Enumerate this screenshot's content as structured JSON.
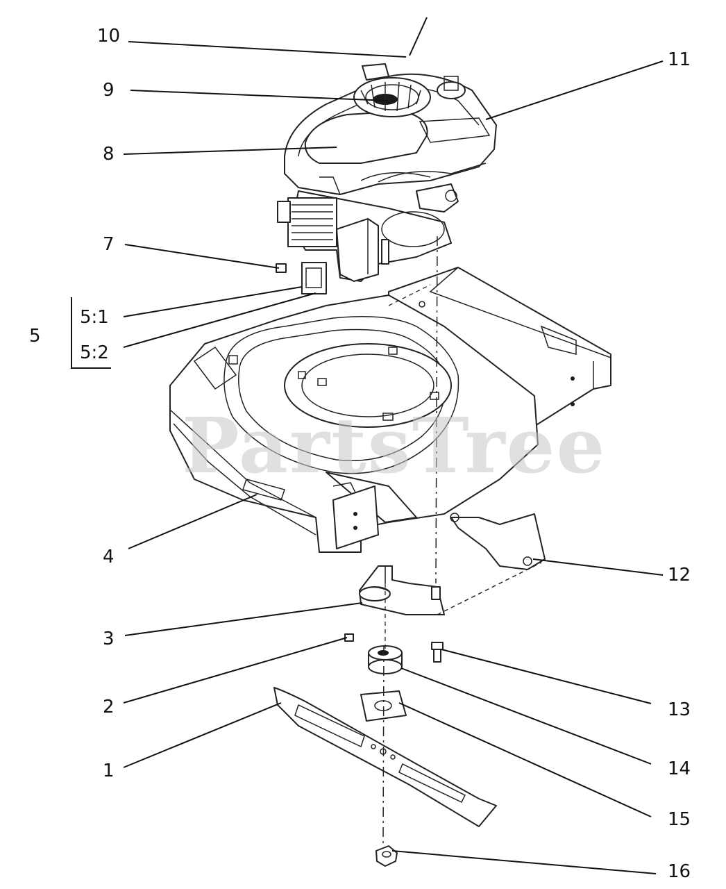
{
  "watermark": "PartsTree",
  "callouts": {
    "c1": "1",
    "c2": "2",
    "c3": "3",
    "c4": "4",
    "c5": "5",
    "c5_1": "5:1",
    "c5_2": "5:2",
    "c7": "7",
    "c8": "8",
    "c9": "9",
    "c10": "10",
    "c11": "11",
    "c12": "12",
    "c13": "13",
    "c14": "14",
    "c15": "15",
    "c16": "16"
  }
}
